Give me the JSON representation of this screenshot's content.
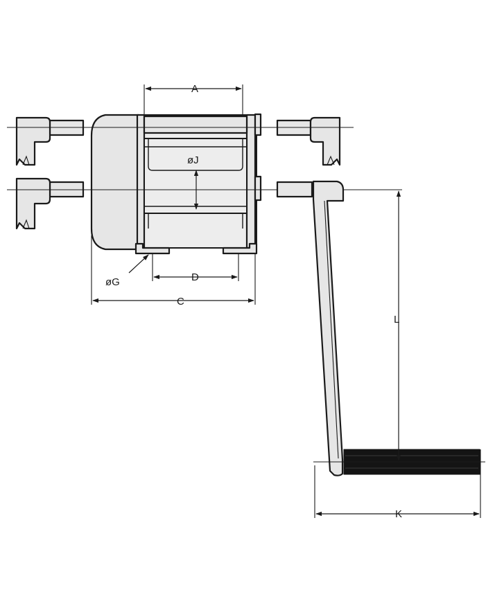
{
  "labels": {
    "a": "A",
    "j": "øJ",
    "g": "øG",
    "d": "D",
    "c": "C",
    "l": "L",
    "k": "K"
  },
  "colors": {
    "outline": "#1a1a1a",
    "body_fill": "#e6e6e6",
    "grip": "#141414"
  }
}
